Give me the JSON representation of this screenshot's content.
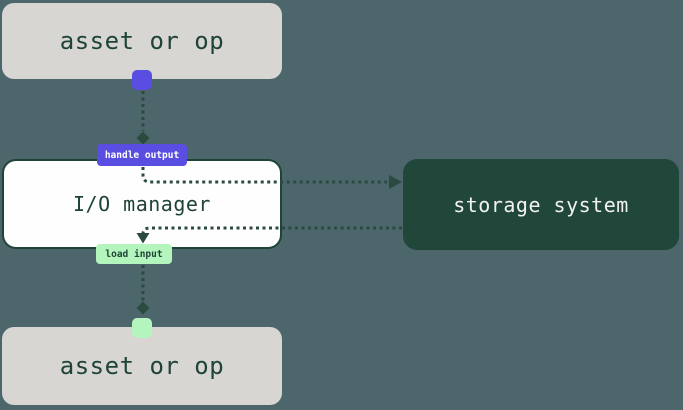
{
  "colors": {
    "bg": "#4d666c",
    "node-gray": "#d8d6d3",
    "node-dark-green": "#21463a",
    "ink-green": "#1f4437",
    "line-green": "#2b4b41",
    "accent-purple": "#5a4ee2",
    "accent-light-green": "#b3f5bc",
    "io-white": "#fefefe",
    "storage-text": "#f2f3f1"
  },
  "nodes": {
    "asset_top": {
      "label": "asset or op"
    },
    "io_manager": {
      "label": "I/O manager"
    },
    "asset_bottom": {
      "label": "asset or op"
    },
    "storage": {
      "label": "storage system"
    }
  },
  "badges": {
    "handle_output": {
      "label": "handle output"
    },
    "load_input": {
      "label": "load input"
    }
  }
}
